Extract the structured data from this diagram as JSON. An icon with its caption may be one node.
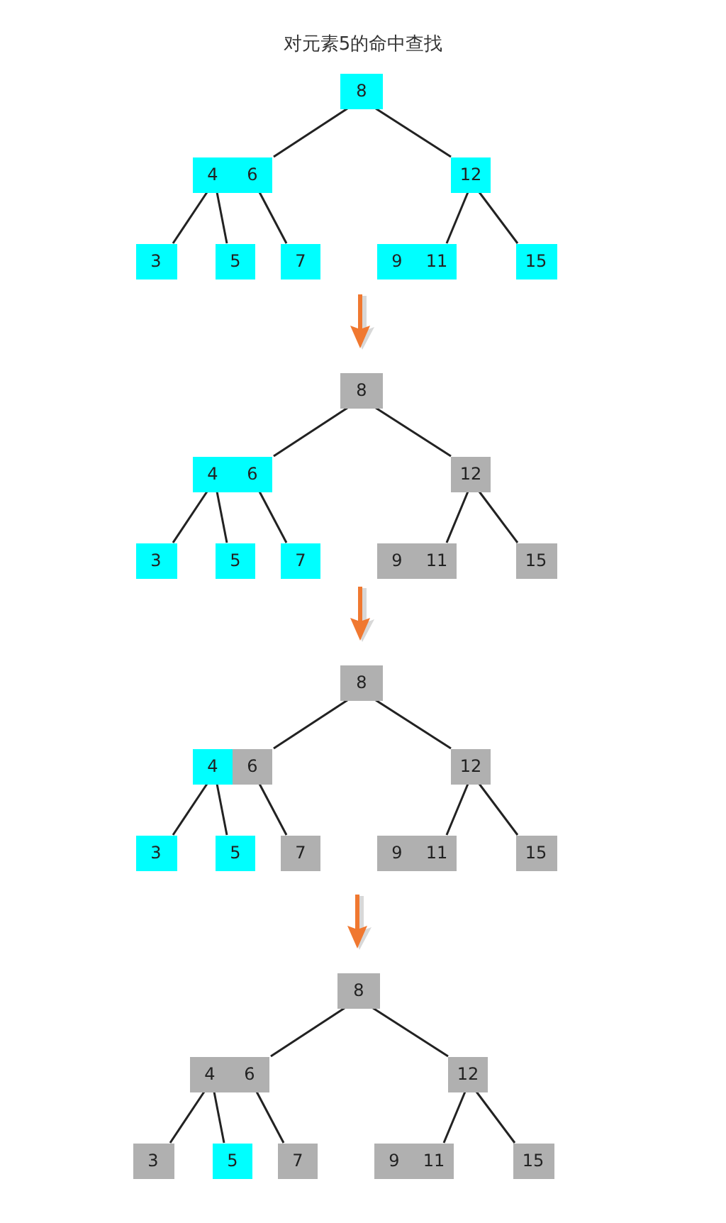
{
  "diagram": {
    "title": "对元素5的命中查找",
    "nodes": [
      {
        "text": [
          "8"
        ]
      },
      {
        "text": [
          "4",
          "6"
        ]
      },
      {
        "text": [
          "12"
        ]
      },
      {
        "text": [
          "3"
        ]
      },
      {
        "text": [
          "5"
        ]
      },
      {
        "text": [
          "7"
        ]
      },
      {
        "text": [
          "9",
          "11"
        ]
      },
      {
        "text": [
          "15"
        ]
      },
      {
        "text": [
          "8"
        ]
      },
      {
        "text": [
          "4",
          "6"
        ]
      },
      {
        "text": [
          "12"
        ]
      },
      {
        "text": [
          "3"
        ]
      },
      {
        "text": [
          "5"
        ]
      },
      {
        "text": [
          "7"
        ]
      },
      {
        "text": [
          "9",
          "11"
        ]
      },
      {
        "text": [
          "15"
        ]
      },
      {
        "text": [
          "8"
        ]
      },
      {
        "text": [
          "4",
          "6"
        ]
      },
      {
        "text": [
          "12"
        ]
      },
      {
        "text": [
          "3"
        ]
      },
      {
        "text": [
          "5"
        ]
      },
      {
        "text": [
          "7"
        ]
      },
      {
        "text": [
          "9",
          "11"
        ]
      },
      {
        "text": [
          "15"
        ]
      },
      {
        "text": [
          "8"
        ]
      },
      {
        "text": [
          "4",
          "6"
        ]
      },
      {
        "text": [
          "12"
        ]
      },
      {
        "text": [
          "3"
        ]
      },
      {
        "text": [
          "5"
        ]
      },
      {
        "text": [
          "7"
        ]
      },
      {
        "text": [
          "9",
          "11"
        ]
      },
      {
        "text": [
          "15"
        ]
      }
    ],
    "edges": [
      {
        "from": 0,
        "to": 1,
        "arrow": "none"
      },
      {
        "from": 0,
        "to": 2,
        "arrow": "none"
      },
      {
        "from": 1,
        "to": 3,
        "arrow": "none"
      },
      {
        "from": 1,
        "to": 4,
        "arrow": "none"
      },
      {
        "from": 1,
        "to": 5,
        "arrow": "none"
      },
      {
        "from": 2,
        "to": 6,
        "arrow": "none"
      },
      {
        "from": 2,
        "to": 7,
        "arrow": "none"
      },
      {
        "from": 8,
        "to": 9,
        "arrow": "none"
      },
      {
        "from": 8,
        "to": 10,
        "arrow": "none"
      },
      {
        "from": 9,
        "to": 11,
        "arrow": "none"
      },
      {
        "from": 9,
        "to": 12,
        "arrow": "none"
      },
      {
        "from": 9,
        "to": 13,
        "arrow": "none"
      },
      {
        "from": 10,
        "to": 14,
        "arrow": "none"
      },
      {
        "from": 10,
        "to": 15,
        "arrow": "none"
      },
      {
        "from": 16,
        "to": 17,
        "arrow": "none"
      },
      {
        "from": 16,
        "to": 18,
        "arrow": "none"
      },
      {
        "from": 17,
        "to": 19,
        "arrow": "none"
      },
      {
        "from": 17,
        "to": 20,
        "arrow": "none"
      },
      {
        "from": 17,
        "to": 21,
        "arrow": "none"
      },
      {
        "from": 18,
        "to": 22,
        "arrow": "none"
      },
      {
        "from": 18,
        "to": 23,
        "arrow": "none"
      },
      {
        "from": null,
        "to": 8,
        "arrow": "to",
        "style": "thick",
        "color": "#f07830"
      },
      {
        "from": null,
        "to": 16,
        "arrow": "to",
        "style": "thick",
        "color": "#f07830"
      },
      {
        "from": null,
        "to": 24,
        "arrow": "to",
        "style": "thick",
        "color": "#f07830"
      },
      {
        "from": 24,
        "to": 25,
        "arrow": "none"
      },
      {
        "from": 24,
        "to": 26,
        "arrow": "none"
      },
      {
        "from": 25,
        "to": 27,
        "arrow": "none"
      },
      {
        "from": 25,
        "to": 28,
        "arrow": "none"
      },
      {
        "from": 25,
        "to": 29,
        "arrow": "none"
      },
      {
        "from": 26,
        "to": 30,
        "arrow": "none"
      },
      {
        "from": 26,
        "to": 31,
        "arrow": "none"
      }
    ]
  }
}
